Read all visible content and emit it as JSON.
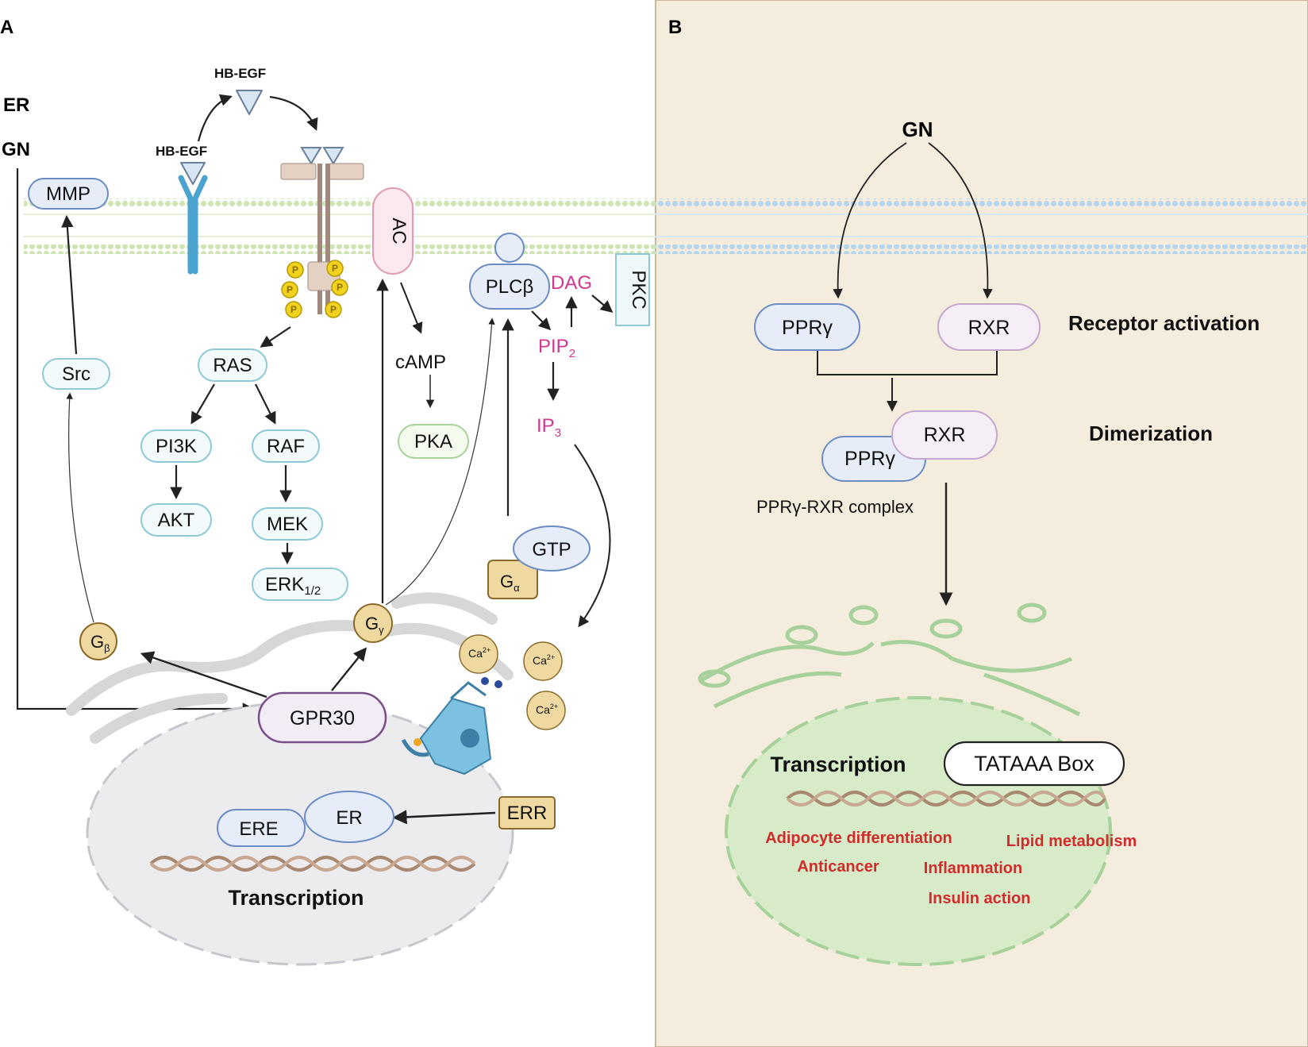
{
  "panel_a": {
    "label": "A",
    "inputs": {
      "er": "ER",
      "gn": "GN"
    },
    "hb_egf_free": "HB-EGF",
    "hb_egf_bound": "HB-EGF",
    "nodes": {
      "mmp": "MMP",
      "src": "Src",
      "ac": "AC",
      "ras": "RAS",
      "pi3k": "PI3K",
      "akt": "AKT",
      "raf": "RAF",
      "mek": "MEK",
      "erk": "ERK",
      "erk_sub": "1/2",
      "camp": "cAMP",
      "pka": "PKA",
      "plcb": "PLCβ",
      "dag": "DAG",
      "pkc": "PKC",
      "pip": "PIP",
      "pip_sub": "2",
      "ip": "IP",
      "ip_sub": "3",
      "gtp": "GTP",
      "galpha": "G",
      "galpha_sub": "α",
      "gbeta": "G",
      "gbeta_sub": "β",
      "ggamma": "G",
      "ggamma_sub": "γ",
      "gpr30": "GPR30",
      "err": "ERR",
      "ere": "ERE",
      "er_nuc": "ER",
      "transcription": "Transcription",
      "ca": "Ca",
      "ca_sup": "2+",
      "phospho": "P"
    }
  },
  "panel_b": {
    "label": "B",
    "gn": "GN",
    "ppr": "PPRγ",
    "rxr": "RXR",
    "receptor_activation": "Receptor activation",
    "dimerization": "Dimerization",
    "dimer_ppr": "PPRγ",
    "dimer_rxr": "RXR",
    "complex": "PPRγ-RXR complex",
    "transcription": "Transcription",
    "tataaa": "TATAAA Box",
    "outcomes": {
      "adipocyte": "Adipocyte differentiation",
      "lipid": "Lipid metabolism",
      "anticancer": "Anticancer",
      "inflammation": "Inflammation",
      "insulin": "Insulin action"
    }
  },
  "colors": {
    "panel_b_bg": "#f4ecdc",
    "membrane_green": "#cfe5b4",
    "membrane_blue": "#b7d6ee",
    "node_blue_stroke": "#8ec9d8",
    "pink": "#d2378f",
    "outcome_red": "#d12b2b",
    "g_protein_fill": "#f0d9a0",
    "nucleus_green": "#d7ebc8"
  }
}
